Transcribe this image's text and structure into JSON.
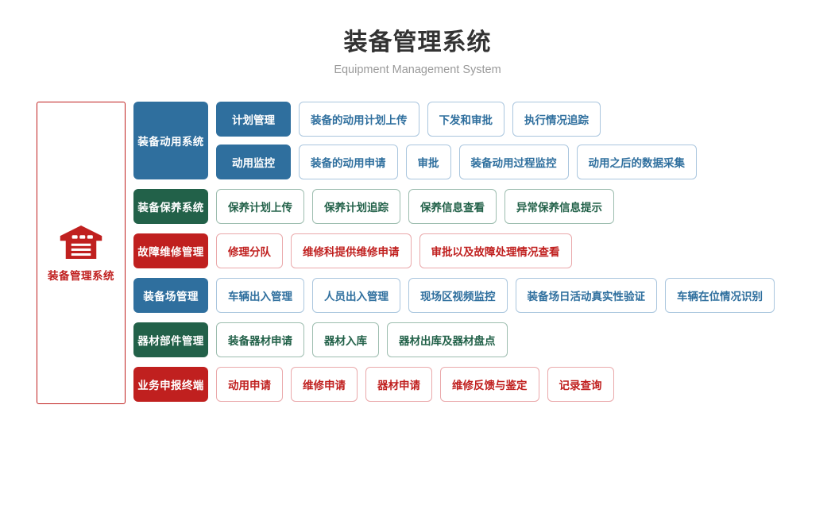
{
  "header": {
    "title_cn": "装备管理系统",
    "title_en": "Equipment Management System"
  },
  "root": {
    "icon": "warehouse-icon",
    "label": "装备管理系统",
    "color": "#c0201f"
  },
  "colors": {
    "blue": "#2f6f9e",
    "green": "#226149",
    "red": "#c0201f",
    "blue_border": "#aac6de",
    "green_border": "#9dbdaf",
    "red_border": "#eaa9ab",
    "title": "#333333",
    "subtitle": "#9a9a9a"
  },
  "groups": [
    {
      "category": "装备动用系统",
      "theme": "blue",
      "rows": [
        {
          "sub": "计划管理",
          "leaves": [
            "装备的动用计划上传",
            "下发和审批",
            "执行情况追踪"
          ]
        },
        {
          "sub": "动用监控",
          "leaves": [
            "装备的动用申请",
            "审批",
            "装备动用过程监控",
            "动用之后的数据采集"
          ]
        }
      ]
    },
    {
      "category": "装备保养系统",
      "theme": "green",
      "rows": [
        {
          "sub": null,
          "leaves": [
            "保养计划上传",
            "保养计划追踪",
            "保养信息查看",
            "异常保养信息提示"
          ]
        }
      ]
    },
    {
      "category": "故障维修管理",
      "theme": "red",
      "rows": [
        {
          "sub": null,
          "leaves": [
            "修理分队",
            "维修科提供维修申请",
            "审批以及故障处理情况查看"
          ]
        }
      ]
    },
    {
      "category": "装备场管理",
      "theme": "blue",
      "rows": [
        {
          "sub": null,
          "leaves": [
            "车辆出入管理",
            "人员出入管理",
            "现场区视频监控",
            "装备场日活动真实性验证",
            "车辆在位情况识别"
          ]
        }
      ]
    },
    {
      "category": "器材部件管理",
      "theme": "green",
      "rows": [
        {
          "sub": null,
          "leaves": [
            "装备器材申请",
            "器材入库",
            "器材出库及器材盘点"
          ]
        }
      ]
    },
    {
      "category": "业务申报终端",
      "theme": "red",
      "rows": [
        {
          "sub": null,
          "leaves": [
            "动用申请",
            "维修申请",
            "器材申请",
            "维修反馈与鉴定",
            "记录查询"
          ]
        }
      ]
    }
  ]
}
